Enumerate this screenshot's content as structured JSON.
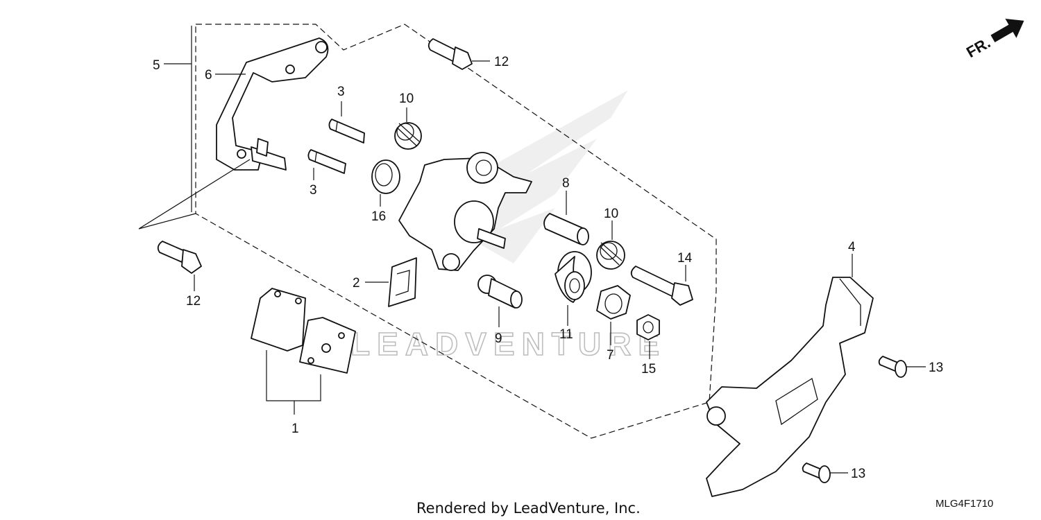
{
  "footer": {
    "rendered_by": "Rendered by LeadVenture, Inc.",
    "diagram_code": "MLG4F1710"
  },
  "watermark": {
    "text": "LEADVENTURE"
  },
  "orientation": {
    "label": "FR."
  },
  "callouts": [
    "1",
    "2",
    "3",
    "3",
    "4",
    "5",
    "6",
    "7",
    "8",
    "9",
    "10",
    "10",
    "11",
    "12",
    "12",
    "13",
    "13",
    "14",
    "15",
    "16"
  ],
  "chart_data": {
    "type": "diagram",
    "parts": [
      {
        "ref": "1"
      },
      {
        "ref": "2"
      },
      {
        "ref": "3"
      },
      {
        "ref": "4"
      },
      {
        "ref": "5"
      },
      {
        "ref": "6"
      },
      {
        "ref": "7"
      },
      {
        "ref": "8"
      },
      {
        "ref": "9"
      },
      {
        "ref": "10"
      },
      {
        "ref": "11"
      },
      {
        "ref": "12"
      },
      {
        "ref": "13"
      },
      {
        "ref": "14"
      },
      {
        "ref": "15"
      },
      {
        "ref": "16"
      }
    ]
  }
}
